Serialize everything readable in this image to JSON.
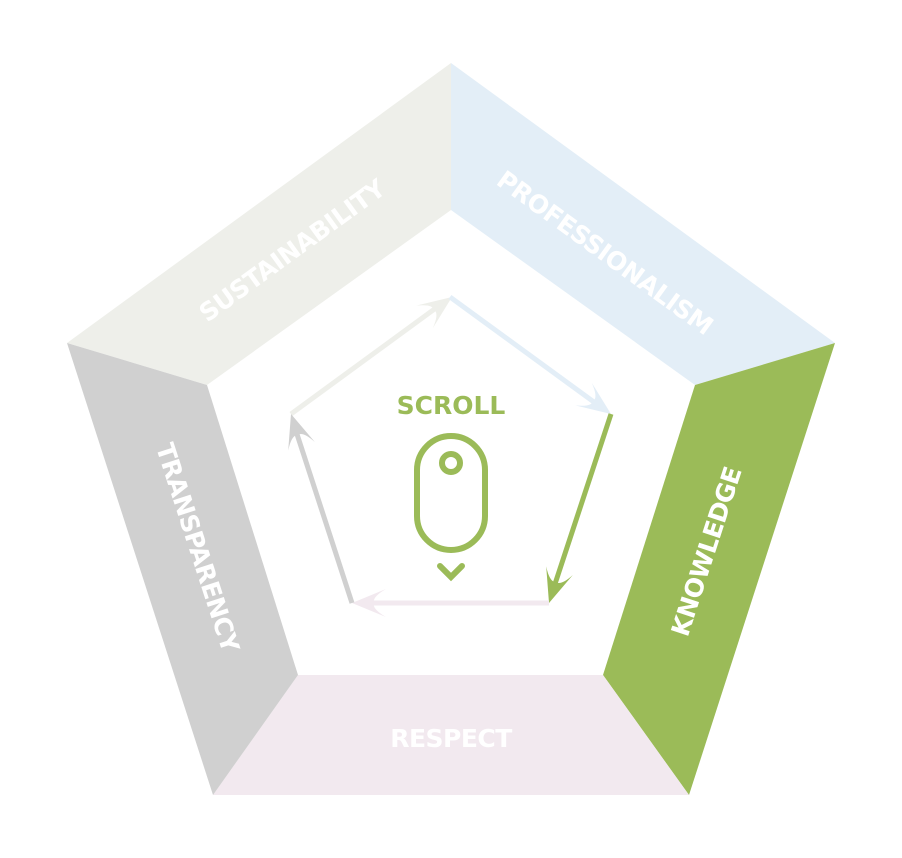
{
  "center": {
    "title": "SCROLL",
    "icon": "mouse-scroll-icon"
  },
  "segments": [
    {
      "label": "SUSTAINABILITY",
      "color": "#eeefea"
    },
    {
      "label": "PROFESSIONALISM",
      "color": "#e3eef7"
    },
    {
      "label": "KNOWLEDGE",
      "color": "#9bbb58"
    },
    {
      "label": "RESPECT",
      "color": "#f2e9ef"
    },
    {
      "label": "TRANSPARENCY",
      "color": "#d0d0d0"
    }
  ],
  "accent": "#9bbb58"
}
